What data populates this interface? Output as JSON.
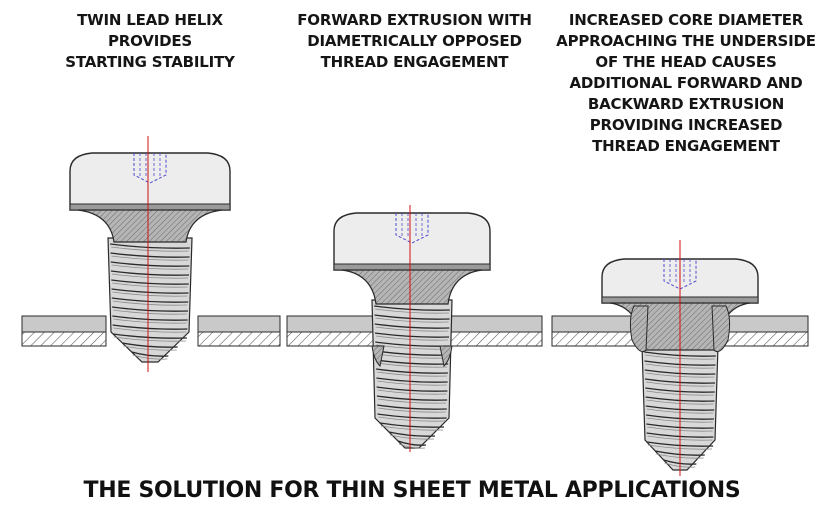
{
  "captions": [
    {
      "lines": [
        "TWIN LEAD HELIX",
        "PROVIDES",
        "STARTING STABILITY"
      ]
    },
    {
      "lines": [
        "FORWARD EXTRUSION WITH",
        "DIAMETRICALLY OPPOSED",
        "THREAD ENGAGEMENT"
      ]
    },
    {
      "lines": [
        "INCREASED CORE DIAMETER",
        "APPROACHING THE UNDERSIDE",
        "OF THE HEAD CAUSES",
        "ADDITIONAL FORWARD AND",
        "BACKWARD EXTRUSION",
        "PROVIDING INCREASED",
        "THREAD ENGAGEMENT"
      ]
    }
  ],
  "footer": "THE SOLUTION FOR THIN SHEET METAL APPLICATIONS",
  "colors": {
    "outline": "#2a2a2a",
    "hatch": "#555555",
    "head_fill": "#ededed",
    "sheet_fill": "#c9c9c9",
    "extrusion_fill": "#9a9a9a",
    "thread_fill": "#d8d8d8",
    "centerline": "#d01010",
    "socket": "#4a4ad0"
  },
  "icons": [
    "thread-forming-screw",
    "sheet-metal-section"
  ]
}
